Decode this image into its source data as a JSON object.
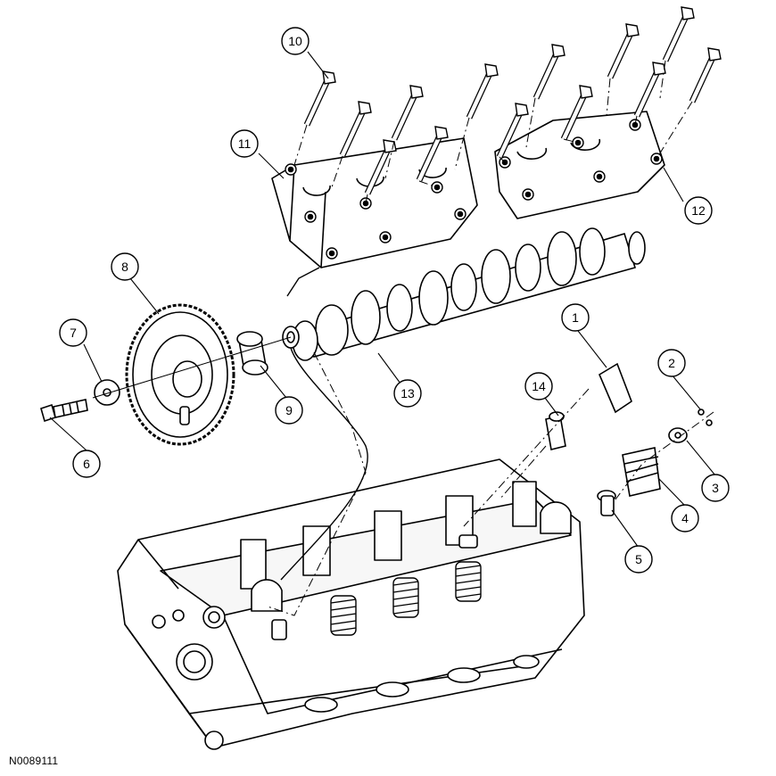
{
  "figure_id": "N0089111",
  "callouts": [
    {
      "label": "1",
      "part": "roller-follower"
    },
    {
      "label": "2",
      "part": "valve-keepers"
    },
    {
      "label": "3",
      "part": "spring-retainer"
    },
    {
      "label": "4",
      "part": "valve-spring"
    },
    {
      "label": "5",
      "part": "valve-seal"
    },
    {
      "label": "6",
      "part": "sprocket-bolt"
    },
    {
      "label": "7",
      "part": "washer"
    },
    {
      "label": "8",
      "part": "camshaft-sprocket"
    },
    {
      "label": "9",
      "part": "spacer"
    },
    {
      "label": "10",
      "part": "cap-bolt"
    },
    {
      "label": "11",
      "part": "bearing-cap-front"
    },
    {
      "label": "12",
      "part": "bearing-cap-rear"
    },
    {
      "label": "13",
      "part": "camshaft"
    },
    {
      "label": "14",
      "part": "lash-adjuster"
    }
  ]
}
